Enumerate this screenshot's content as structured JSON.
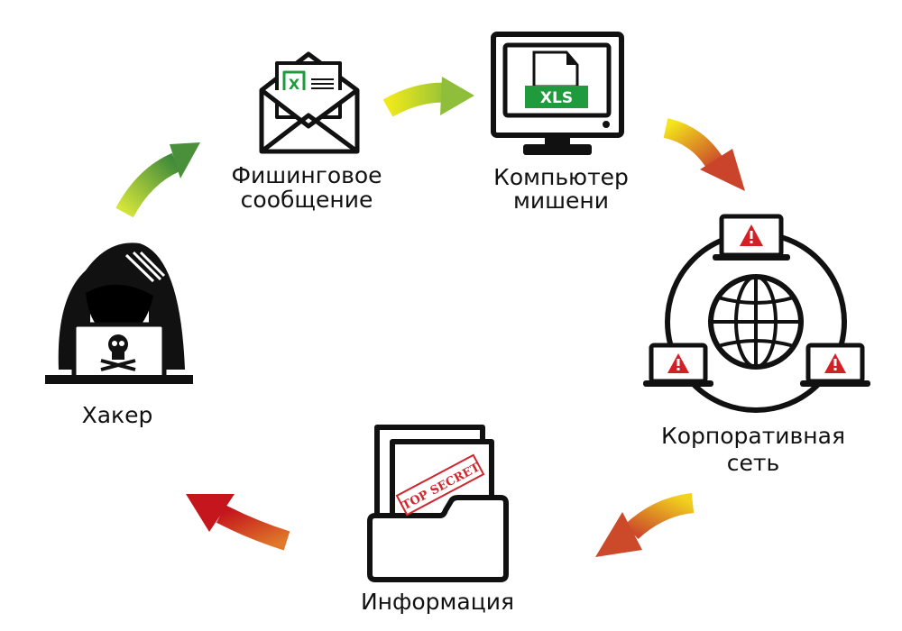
{
  "nodes": {
    "hacker": {
      "label": "Хакер"
    },
    "phishing": {
      "line1": "Фишинговое",
      "line2": "сообщение",
      "attachment_icon": "X"
    },
    "target": {
      "line1": "Компьютер",
      "line2": "мишени",
      "file_badge": "XLS"
    },
    "network": {
      "line1": "Корпоративная",
      "line2": "сеть"
    },
    "info": {
      "label": "Информация",
      "stamp": "TOP SECRET"
    }
  },
  "colors": {
    "excel_green": "#1f9a3c",
    "warning_red": "#d32027",
    "stamp_red": "#d0262e"
  }
}
